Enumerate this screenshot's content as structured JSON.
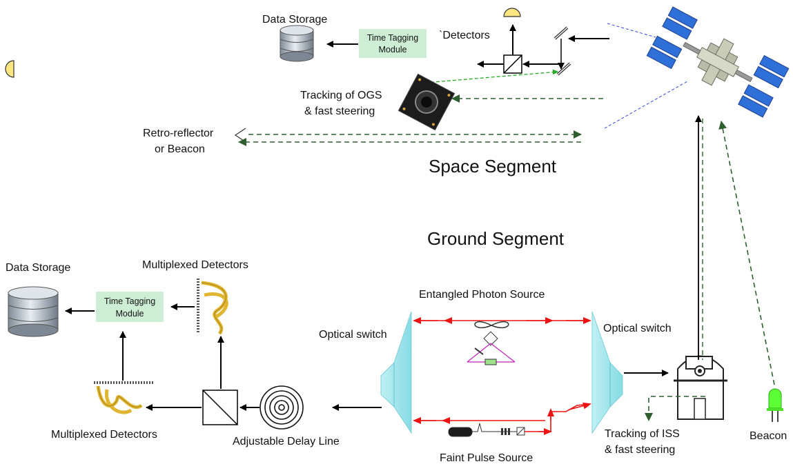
{
  "space": {
    "title": "Space Segment",
    "data_storage": "Data Storage",
    "ttm_line1": "Time Tagging",
    "ttm_line2": "Module",
    "detectors": "`Detectors",
    "tracking_line1": "Tracking of OGS",
    "tracking_line2": "& fast steering",
    "retro_line1": "Retro-reflector",
    "retro_line2": "or Beacon"
  },
  "ground": {
    "title": "Ground Segment",
    "data_storage": "Data Storage",
    "mux_top": "Multiplexed Detectors",
    "mux_bottom": "Multiplexed Detectors",
    "ttm_line1": "Time Tagging",
    "ttm_line2": "Module",
    "entangled": "Entangled Photon Source",
    "switch_left": "Optical switch",
    "switch_right": "Optical switch",
    "delay_line": "Adjustable Delay Line",
    "faint_pulse": "Faint  Pulse Source",
    "tracking_line1": "Tracking of ISS",
    "tracking_line2": "& fast steering",
    "beacon": "Beacon"
  },
  "colors": {
    "black_arrow": "#000000",
    "green_dashed": "#2e5e2e",
    "bright_green": "#22aa22",
    "blue_dashed": "#3344dd",
    "red_beam": "#ee1111",
    "ttm_fill": "#cdeed4",
    "switch_fill": "#9fe3ea",
    "solar_panel": "#2f6fd8"
  }
}
